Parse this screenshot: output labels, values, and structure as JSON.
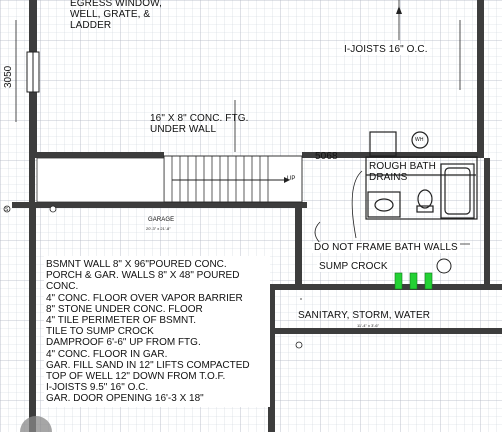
{
  "labels": {
    "egress_window": [
      "EGRESS WINDOW,",
      "WELL, GRATE, &",
      "LADDER"
    ],
    "window_size": "3050",
    "i_joists_top": "I-JOISTS 16\" O.C.",
    "footing": [
      "16\" X 8\" CONC. FTG.",
      "UNDER WALL"
    ],
    "door_size": "5068",
    "rough_bath": [
      "ROUGH BATH",
      "DRAINS"
    ],
    "stair_up": "UP",
    "garage_title": "GARAGE",
    "garage_dims": "20'-3\" x 21'-8\"",
    "do_not_frame": "DO NOT FRAME BATH WALLS",
    "sump_crock": "SUMP CROCK",
    "sanitary": "SANITARY, STORM, WATER",
    "sanitary_dims": "11'-4\" x 3'-6\"",
    "water_heater": "WH",
    "marker_s": "S"
  },
  "notes": [
    "BSMNT WALL 8\" X 96\"POURED CONC.",
    "PORCH & GAR. WALLS 8\" X 48\" POURED",
    "CONC.",
    "4\" CONC. FLOOR OVER VAPOR BARRIER",
    "8\" STONE UNDER CONC. FLOOR",
    "4\" TILE PERIMETER OF BSMNT.",
    "TILE TO SUMP CROCK",
    "DAMPROOF 6'-6\" UP FROM FTG.",
    "4\" CONC. FLOOR IN GAR.",
    "GAR. FILL SAND IN 12\" LIFTS COMPACTED",
    "TOP OF WELL 12\" DOWN FROM T.O.F.",
    "I-JOISTS 9.5\" 16\" O.C.",
    "GAR. DOOR OPENING 16'-3 X 18\""
  ],
  "colors": {
    "wall": "#3b3b3b",
    "grid": "#c7ccd6",
    "grid_major": "#aab1bf",
    "pipe": "#1fcc2f"
  }
}
